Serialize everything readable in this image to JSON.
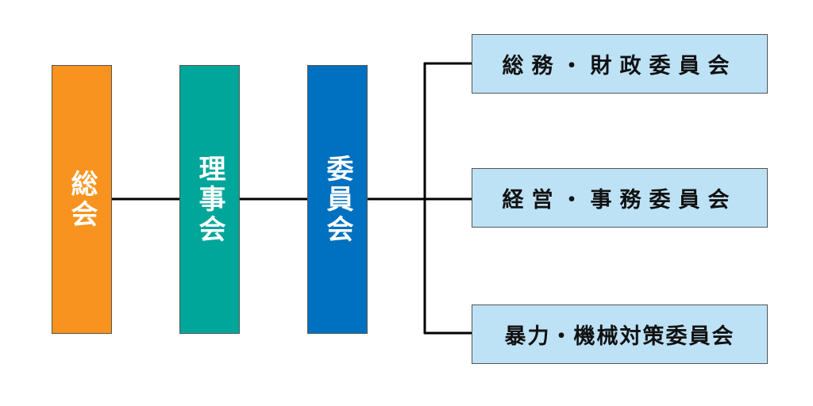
{
  "nodes": {
    "general_assembly": "総会",
    "board": "理事会",
    "committee": "委員会",
    "sub_committees": [
      "総務・財政委員会",
      "経営・事務委員会",
      "暴力・機械対策委員会"
    ]
  },
  "colors": {
    "general_assembly": "#f7931e",
    "board": "#00a699",
    "committee": "#0070c0",
    "sub_committee_fill": "#bde2f6",
    "connector": "#000000"
  }
}
